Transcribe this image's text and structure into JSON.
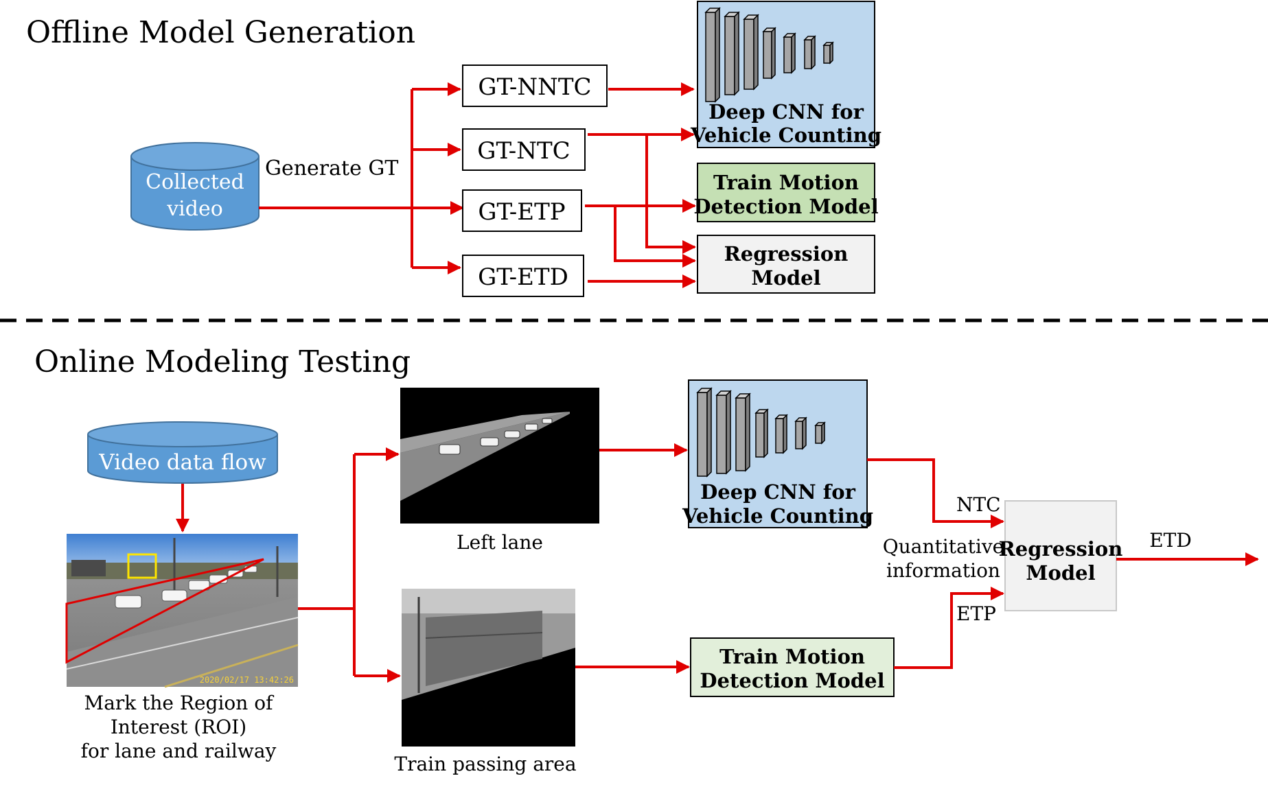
{
  "offline": {
    "section_title": "Offline Model Generation",
    "source_label_line1": "Collected",
    "source_label_line2": "video",
    "generate_label": "Generate GT",
    "gt_boxes": [
      "GT-NNTC",
      "GT-NTC",
      "GT-ETP",
      "GT-ETD"
    ],
    "cnn_label_line1": "Deep CNN for",
    "cnn_label_line2": "Vehicle Counting",
    "motion_label_line1": "Train Motion",
    "motion_label_line2": "Detection Model",
    "regression_label_line1": "Regression",
    "regression_label_line2": "Model"
  },
  "online": {
    "section_title": "Online Modeling Testing",
    "source_label": "Video data flow",
    "roi_caption_line1": "Mark the Region of",
    "roi_caption_line2": "Interest (ROI)",
    "roi_caption_line3": "for lane and railway",
    "roi_timestamp": "2020/02/17  13:42:26",
    "left_lane_caption": "Left lane",
    "train_area_caption": "Train passing area",
    "cnn_label_line1": "Deep CNN for",
    "cnn_label_line2": "Vehicle Counting",
    "motion_label_line1": "Train Motion",
    "motion_label_line2": "Detection Model",
    "regression_label_line1": "Regression",
    "regression_label_line2": "Model",
    "ntc_label": "NTC",
    "etp_label": "ETP",
    "quant_line1": "Quantitative",
    "quant_line2": "information",
    "etd_label": "ETD"
  },
  "colors": {
    "arrow": "#e00000",
    "cylinder_fill": "#5b9bd5",
    "cylinder_stroke": "#41719c",
    "cnn_fill": "#bdd7ee",
    "motion_fill_offline": "#c5e0b4",
    "motion_fill_online": "#e2efda",
    "regression_fill": "#f2f2f2"
  }
}
